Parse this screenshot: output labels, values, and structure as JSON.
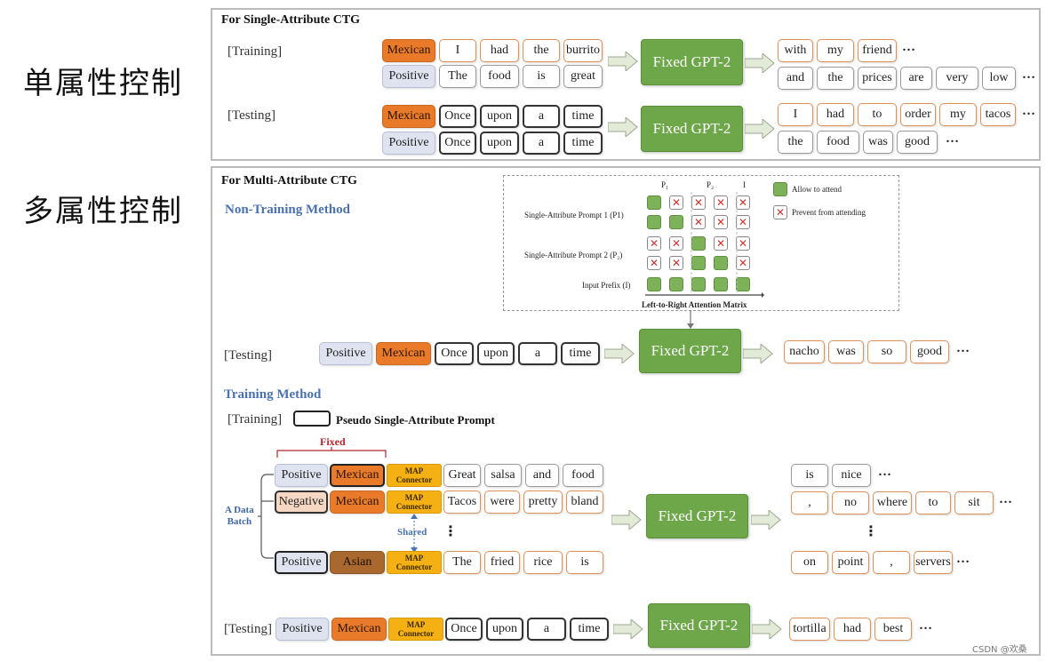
{
  "headings": {
    "single": "单属性控制",
    "multi": "多属性控制"
  },
  "single": {
    "title": "For Single-Attribute CTG",
    "training_label": "[Training]",
    "testing_label": "[Testing]",
    "train_row1": {
      "attr": "Mexican",
      "tokens": [
        "I",
        "had",
        "the",
        "burrito"
      ],
      "out": [
        "with",
        "my",
        "friend"
      ],
      "dots": "…"
    },
    "train_row2": {
      "attr": "Positive",
      "tokens": [
        "The",
        "food",
        "is",
        "great"
      ],
      "out": [
        "and",
        "the",
        "prices",
        "are",
        "very",
        "low"
      ],
      "dots": "…"
    },
    "test_row1": {
      "attr": "Mexican",
      "tokens": [
        "Once",
        "upon",
        "a",
        "time"
      ],
      "out": [
        "I",
        "had",
        "to",
        "order",
        "my",
        "tacos"
      ],
      "dots": "…"
    },
    "test_row2": {
      "attr": "Positive",
      "tokens": [
        "Once",
        "upon",
        "a",
        "time"
      ],
      "out": [
        "the",
        "food",
        "was",
        "good"
      ],
      "dots": "…"
    },
    "gpt1": "Fixed GPT-2",
    "gpt2": "Fixed GPT-2"
  },
  "multi": {
    "title": "For Multi-Attribute CTG",
    "nontrain_title": "Non-Training Method",
    "matrix": {
      "col_labels": [
        "P₁",
        "P₂",
        "I"
      ],
      "row_labels": [
        "Single-Attribute Prompt 1 (P1)",
        "Single-Attribute Prompt 2 (P₂)",
        "Input Prefix (I)"
      ],
      "legend_allow": "Allow to attend",
      "legend_prevent": "Prevent from attending",
      "caption": "Left-to-Right  Attention Matrix"
    },
    "nontrain_test": {
      "label": "[Testing]",
      "attrs": [
        "Positive",
        "Mexican"
      ],
      "tokens": [
        "Once",
        "upon",
        "a",
        "time"
      ],
      "gpt": "Fixed GPT-2",
      "out": [
        "nacho",
        "was",
        "so",
        "good"
      ],
      "dots": "…"
    },
    "train_title": "Training Method",
    "train_label": "[Training]",
    "pseudo_legend": "Pseudo Single-Attribute Prompt",
    "fixed_label": "Fixed",
    "batch_label": [
      "A Data",
      "Batch"
    ],
    "shared_label": "Shared",
    "map_label": [
      "MAP",
      "Connector"
    ],
    "rows": [
      {
        "attr1": "Positive",
        "attr2": "Mexican",
        "tokens": [
          "Great",
          "salsa",
          "and",
          "food"
        ],
        "out": [
          "is",
          "nice"
        ],
        "dots": "…"
      },
      {
        "attr1": "Negative",
        "attr2": "Mexican",
        "tokens": [
          "Tacos",
          "were",
          "pretty",
          "bland"
        ],
        "out": [
          ",",
          "no",
          "where",
          "to",
          "sit"
        ],
        "dots": "…"
      },
      {
        "attr1": "Positive",
        "attr2": "Asian",
        "tokens": [
          "The",
          "fried",
          "rice",
          "is"
        ],
        "out": [
          "on",
          "point",
          ",",
          "servers"
        ],
        "dots": "…"
      }
    ],
    "vdots": "⋮",
    "train_gpt": "Fixed GPT-2",
    "test": {
      "label": "[Testing]",
      "attrs": [
        "Positive",
        "Mexican"
      ],
      "tokens": [
        "Once",
        "upon",
        "a",
        "time"
      ],
      "gpt": "Fixed GPT-2",
      "out": [
        "tortilla",
        "had",
        "best"
      ],
      "dots": "…"
    }
  },
  "watermark": "CSDN @欢桑"
}
